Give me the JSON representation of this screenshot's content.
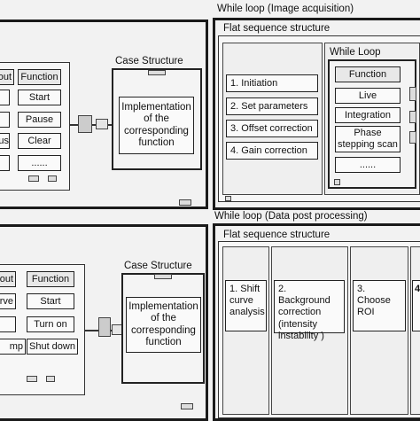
{
  "top": {
    "while_title": "While loop (Image acquisition)",
    "flat_title": "Flat sequence structure",
    "case_title": "Case Structure",
    "case_text": "Implementation of the corresponding function",
    "left_header_cut": "out",
    "left_function": "Function",
    "left_items": [
      "Start",
      "Pause",
      "Clear",
      "......"
    ],
    "left_cut": [
      "",
      "",
      "us",
      ""
    ],
    "steps": [
      "1. Initiation",
      "2. Set parameters",
      "3. Offset correction",
      "4. Gain correction"
    ],
    "inner_while_title": "While Loop",
    "inner_function": "Function",
    "inner_items": [
      "Live",
      "Integration",
      "Phase stepping scan",
      "......"
    ]
  },
  "bottom": {
    "while_title": "While loop (Data post processing)",
    "flat_title": "Flat sequence structure",
    "case_title": "Case Structure",
    "case_text": "Implementation of the corresponding function",
    "left_header_cut": "out",
    "left_function": "Function",
    "left_items": [
      "Start",
      "Turn on",
      "Shut down"
    ],
    "left_cut": [
      "rve",
      "",
      "mp"
    ],
    "frames": [
      "1. Shift curve analysis",
      "2. Background correction (intensity instability )",
      "3. Choose ROI",
      "4"
    ]
  }
}
